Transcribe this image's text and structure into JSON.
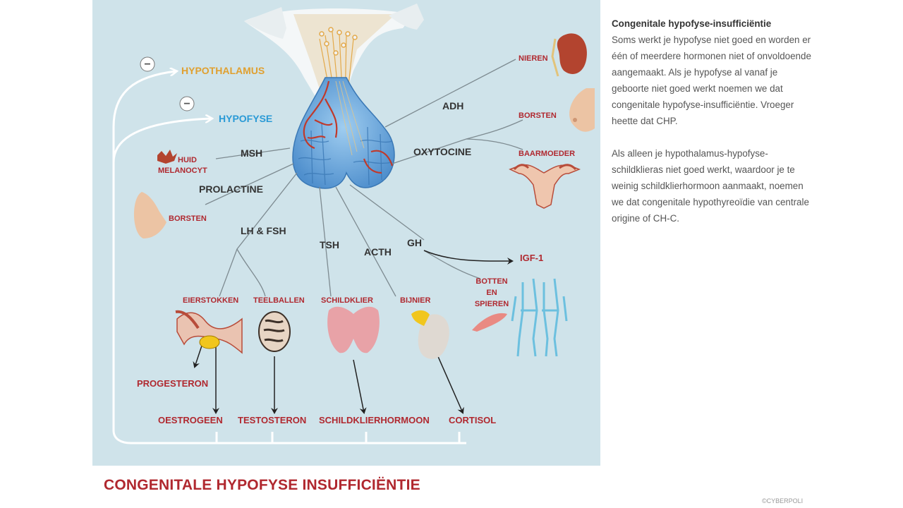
{
  "diagram": {
    "brain": {
      "hypothalamus": "HYPOTHALAMUS",
      "hypofyse": "HYPOFYSE"
    },
    "hormones": {
      "msh": "MSH",
      "prolactine": "PROLACTINE",
      "lh_fsh": "LH & FSH",
      "tsh": "TSH",
      "acth": "ACTH",
      "gh": "GH",
      "adh": "ADH",
      "oxytocine": "OXYTOCINE"
    },
    "targets": {
      "nieren": "NIEREN",
      "borsten_right": "BORSTEN",
      "baarmoeder": "BAARMOEDER",
      "huid": "HUID",
      "melanocyt": "MELANOCYT",
      "borsten_left": "BORSTEN",
      "eierstokken": "EIERSTOKKEN",
      "teelballen": "TEELBALLEN",
      "schildklier": "SCHILDKLIER",
      "bijnier": "BIJNIER",
      "igf1": "IGF-1",
      "botten": "BOTTEN",
      "en": "EN",
      "spieren": "SPIEREN"
    },
    "products": {
      "progesteron": "PROGESTERON",
      "oestrogeen": "OESTROGEEN",
      "testosteron": "TESTOSTERON",
      "schildklierhormoon": "SCHILDKLIERHORMOON",
      "cortisol": "CORTISOL"
    },
    "feedback_sign": "−"
  },
  "sidebar": {
    "heading": "Congenitale hypofyse-insufficiëntie",
    "paragraph1": "Soms werkt je hypofyse niet goed en worden er één of meerdere hormonen niet of onvoldoende aangemaakt. Als je hypofyse al vanaf je geboorte niet goed werkt noemen we dat congenitale hypofyse-insufficiëntie. Vroeger heette dat CHP.",
    "paragraph2": "Als alleen je hypothalamus-hypofyse-schildklieras niet goed werkt, waardoor je te weinig schildklierhormoon aanmaakt, noemen we dat congenitale hypothyreoïdie van centrale origine of CH-C."
  },
  "footer": {
    "title": "CONGENITALE HYPOFYSE INSUFFICIËNTIE",
    "credit": "©CYBERPOLI"
  },
  "colors": {
    "panel": "#cfe3ea",
    "red_label": "#b0282f",
    "hypothalamus": "#e0a030",
    "hypofyse": "#2a9ad6",
    "gland_blue": "#4f97d3",
    "vessel_red": "#c0392b"
  }
}
